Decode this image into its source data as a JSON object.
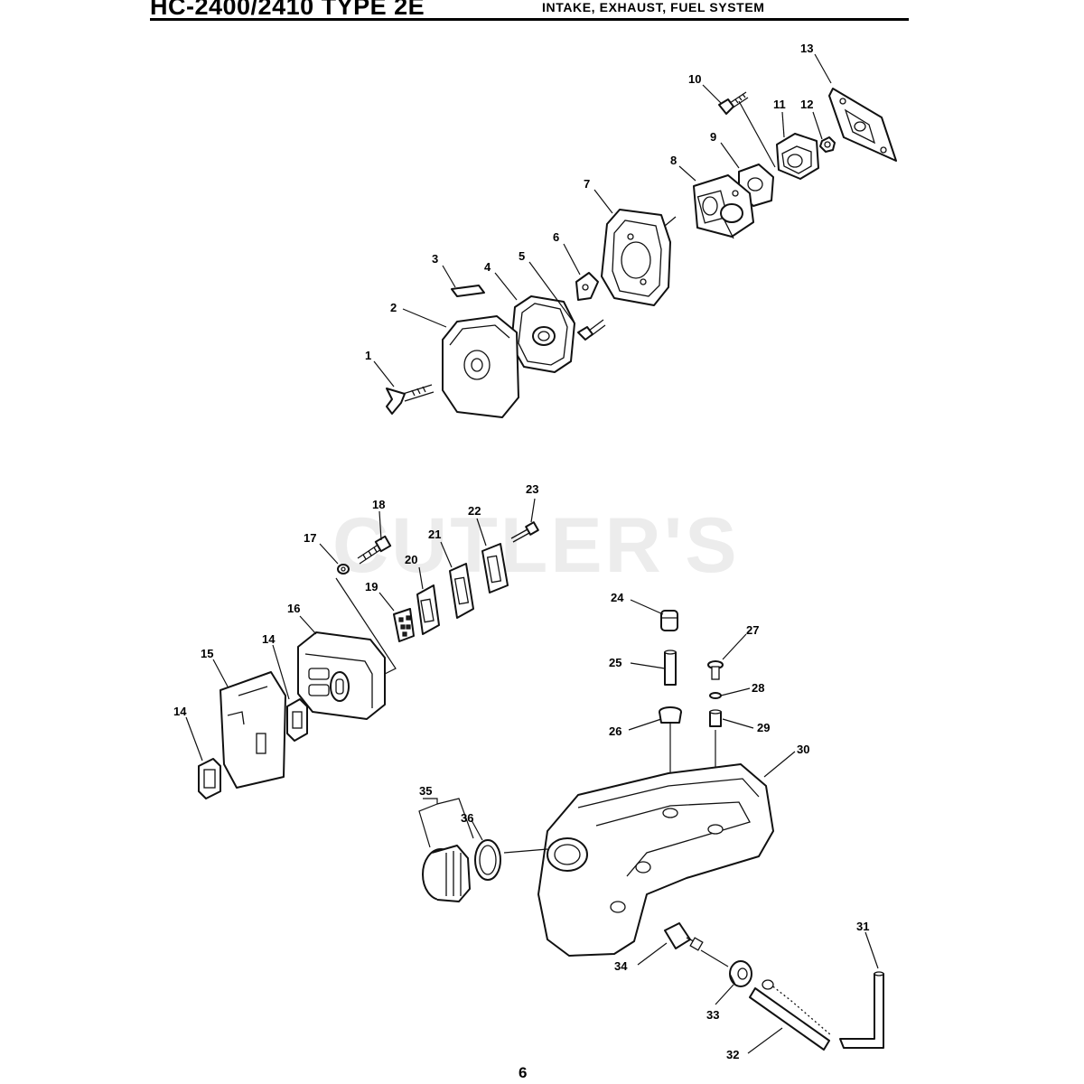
{
  "header": {
    "model": "HC-2400/2410 TYPE 2E",
    "section": "INTAKE, EXHAUST,  FUEL SYSTEM"
  },
  "watermark": "CUTLER'S",
  "page_number": "6",
  "callouts": [
    "1",
    "2",
    "3",
    "4",
    "5",
    "6",
    "7",
    "8",
    "9",
    "10",
    "11",
    "12",
    "13",
    "14",
    "14",
    "15",
    "16",
    "17",
    "18",
    "19",
    "20",
    "21",
    "22",
    "23",
    "24",
    "25",
    "26",
    "27",
    "28",
    "29",
    "30",
    "31",
    "32",
    "33",
    "34",
    "35",
    "36"
  ]
}
